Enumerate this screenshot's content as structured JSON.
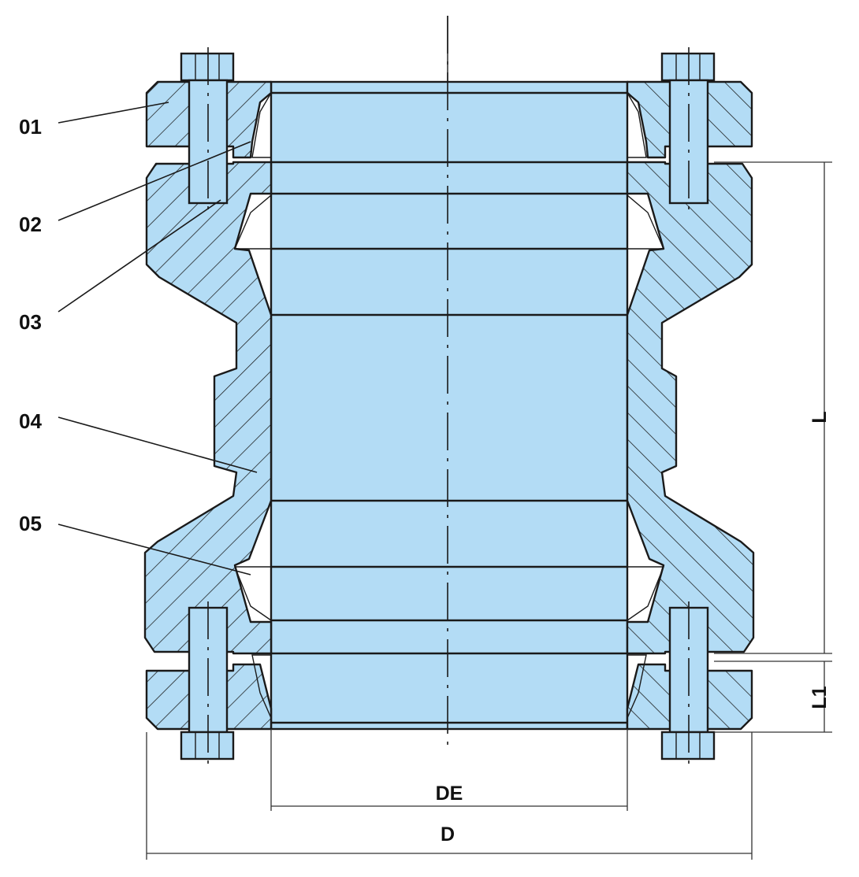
{
  "parts": [
    {
      "id": "01",
      "label": "01"
    },
    {
      "id": "02",
      "label": "02"
    },
    {
      "id": "03",
      "label": "03"
    },
    {
      "id": "04",
      "label": "04"
    },
    {
      "id": "05",
      "label": "05"
    }
  ],
  "dimensions": {
    "L": "L",
    "L1": "L1",
    "DE": "DE",
    "D": "D"
  },
  "colors": {
    "body_fill": "#b3dcf5",
    "line": "#1a1a1a",
    "background": "#ffffff"
  }
}
